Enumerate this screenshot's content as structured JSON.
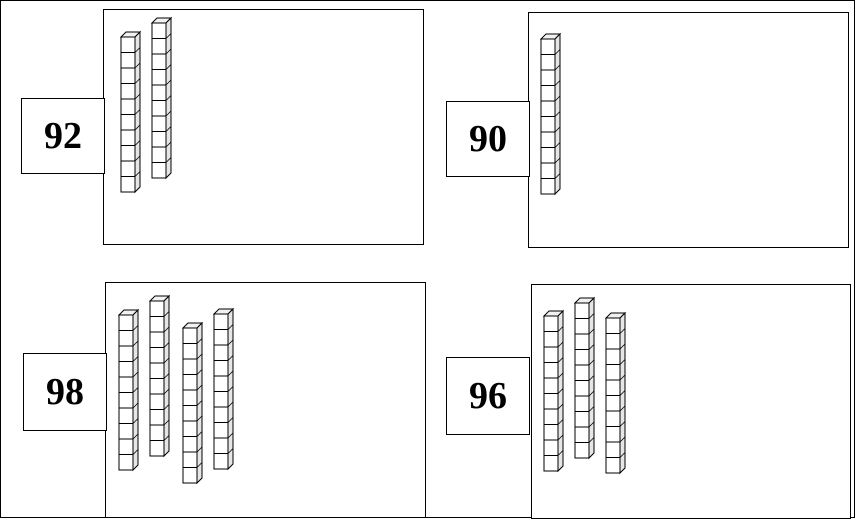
{
  "problems": [
    {
      "number": "92",
      "rods": 2
    },
    {
      "number": "90",
      "rods": 1
    },
    {
      "number": "98",
      "rods": 4
    },
    {
      "number": "96",
      "rods": 3
    }
  ],
  "rod_cubes": 10,
  "colors": {
    "line": "#000000",
    "cube_face": "#ffffff",
    "cube_side": "#e6e6e6",
    "cube_top": "#f2f2f2"
  }
}
